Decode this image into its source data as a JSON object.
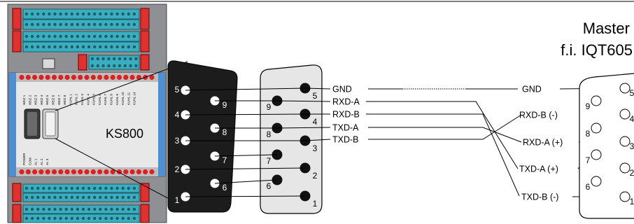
{
  "device": {
    "name": "KS800",
    "top_leds": [
      "HEIZ 1",
      "HEIZ 2",
      "HEIZ 3",
      "HEIZ 4",
      "HEIZ 5",
      "HEIZ 6",
      "HEIZ 7",
      "HEIZ 8",
      "KUHL 1",
      "KUHL 2",
      "KUHL 3",
      "KUHL 4",
      "KUHL 5",
      "KUHL 6",
      "KUHL 7",
      "KUHL 8",
      "KUHL 9",
      "KUHL 10",
      "KUHL 11",
      "KUHL 14"
    ],
    "bottom_leds": [
      "POWER",
      "COM",
      "AL 1",
      "AL 2",
      "AL 3"
    ]
  },
  "master": {
    "title": "Master",
    "subtitle": "f.i. IQT605"
  },
  "connector_left": {
    "pins_top": [
      "5",
      "4",
      "3",
      "2",
      "1"
    ],
    "pins_bottom": [
      "9",
      "8",
      "7",
      "6"
    ]
  },
  "connector_middle": {
    "pins_top": [
      "5",
      "4",
      "3",
      "2",
      "1"
    ],
    "pins_bottom": [
      "9",
      "8",
      "7",
      "6"
    ]
  },
  "connector_right": {
    "pins_top": [
      "5",
      "4",
      "3",
      "2",
      "1"
    ],
    "pins_bottom": [
      "9",
      "8",
      "7",
      "6"
    ]
  },
  "ks_signals": [
    "GND",
    "RXD-A",
    "RXD-B",
    "TXD-A",
    "TXD-B"
  ],
  "master_signals": [
    "GND",
    "RXD-B (-)",
    "RXD-A (+)",
    "TXD-A (+)",
    "TXD-B (-)"
  ]
}
